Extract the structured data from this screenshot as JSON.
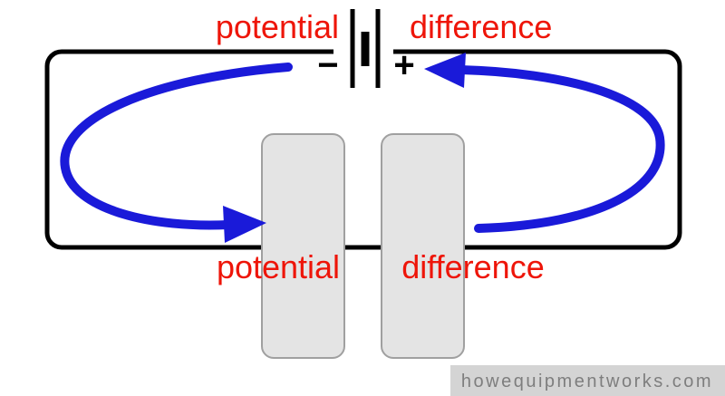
{
  "labels": {
    "top_left": "potential",
    "top_right": "difference",
    "bottom_left": "potential",
    "bottom_right": "difference"
  },
  "battery": {
    "minus": "−",
    "plus": "+"
  },
  "watermark": {
    "text": "howequipmentworks.com"
  },
  "colors": {
    "label-red": "#ee1509",
    "arrow-blue": "#1a1ad9",
    "plate-fill": "#e4e4e4",
    "plate-stroke": "#a0a0a0",
    "circuit-stroke": "#000000",
    "watermark-bg": "#d4d4d4",
    "watermark-text": "#7e7e7e"
  }
}
